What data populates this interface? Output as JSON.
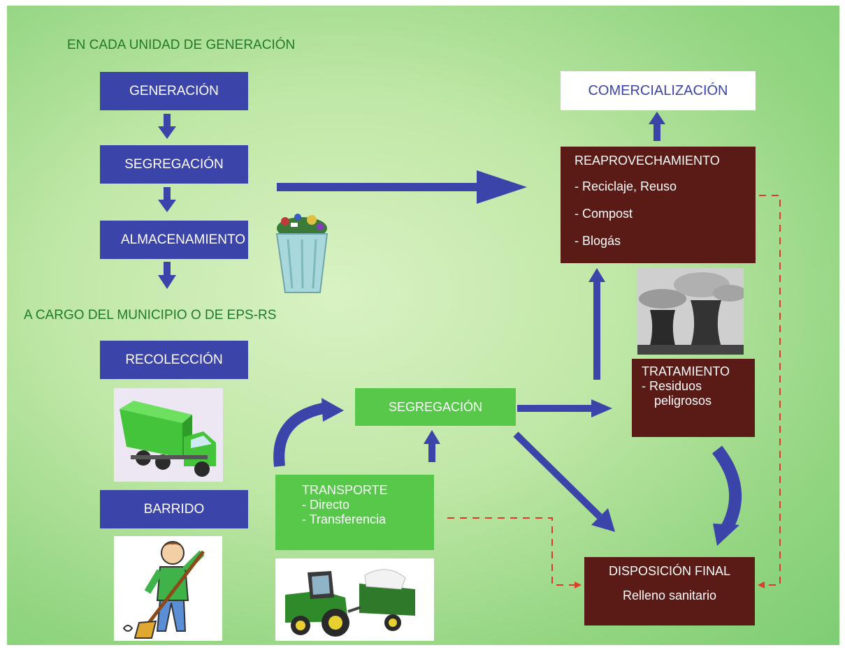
{
  "headings": {
    "unit": "EN CADA UNIDAD DE GENERACIÓN",
    "municipality": "A CARGO DEL MUNICIPIO O DE EPS-RS"
  },
  "boxes": {
    "generacion": "GENERACIÓN",
    "segregacion_top": "SEGREGACIÓN",
    "almacenamiento": "ALMACENAMIENTO",
    "recoleccion": "RECOLECCIÓN",
    "barrido": "BARRIDO",
    "comercializacion": "COMERCIALIZACIÓN",
    "reaprovechamiento": {
      "title": "REAPROVECHAMIENTO",
      "items": [
        "- Reciclaje, Reuso",
        "- Compost",
        "- Blogás"
      ]
    },
    "tratamiento": {
      "title": "TRATAMIENTO",
      "line1": "- Residuos",
      "line2": "peligrosos"
    },
    "segregacion_mid": "SEGREGACIÓN",
    "transporte": {
      "title": "TRANSPORTE",
      "items": [
        "- Directo",
        "- Transferencia"
      ]
    },
    "disposicion": {
      "title": "DISPOSICIÓN FINAL",
      "subtitle": "Relleno sanitario"
    }
  },
  "colors": {
    "blue_box": "#3b44a8",
    "brown_box": "#5a1a15",
    "green_box": "#57c84a",
    "heading_text": "#1f7a2a",
    "comercializacion_text": "#3b44a8",
    "dashed_arrow": "#e03a2a"
  },
  "icons": [
    "trash-can-icon",
    "garbage-truck-icon",
    "sweeping-boy-icon",
    "tractor-trailer-icon",
    "cooling-towers-icon"
  ]
}
